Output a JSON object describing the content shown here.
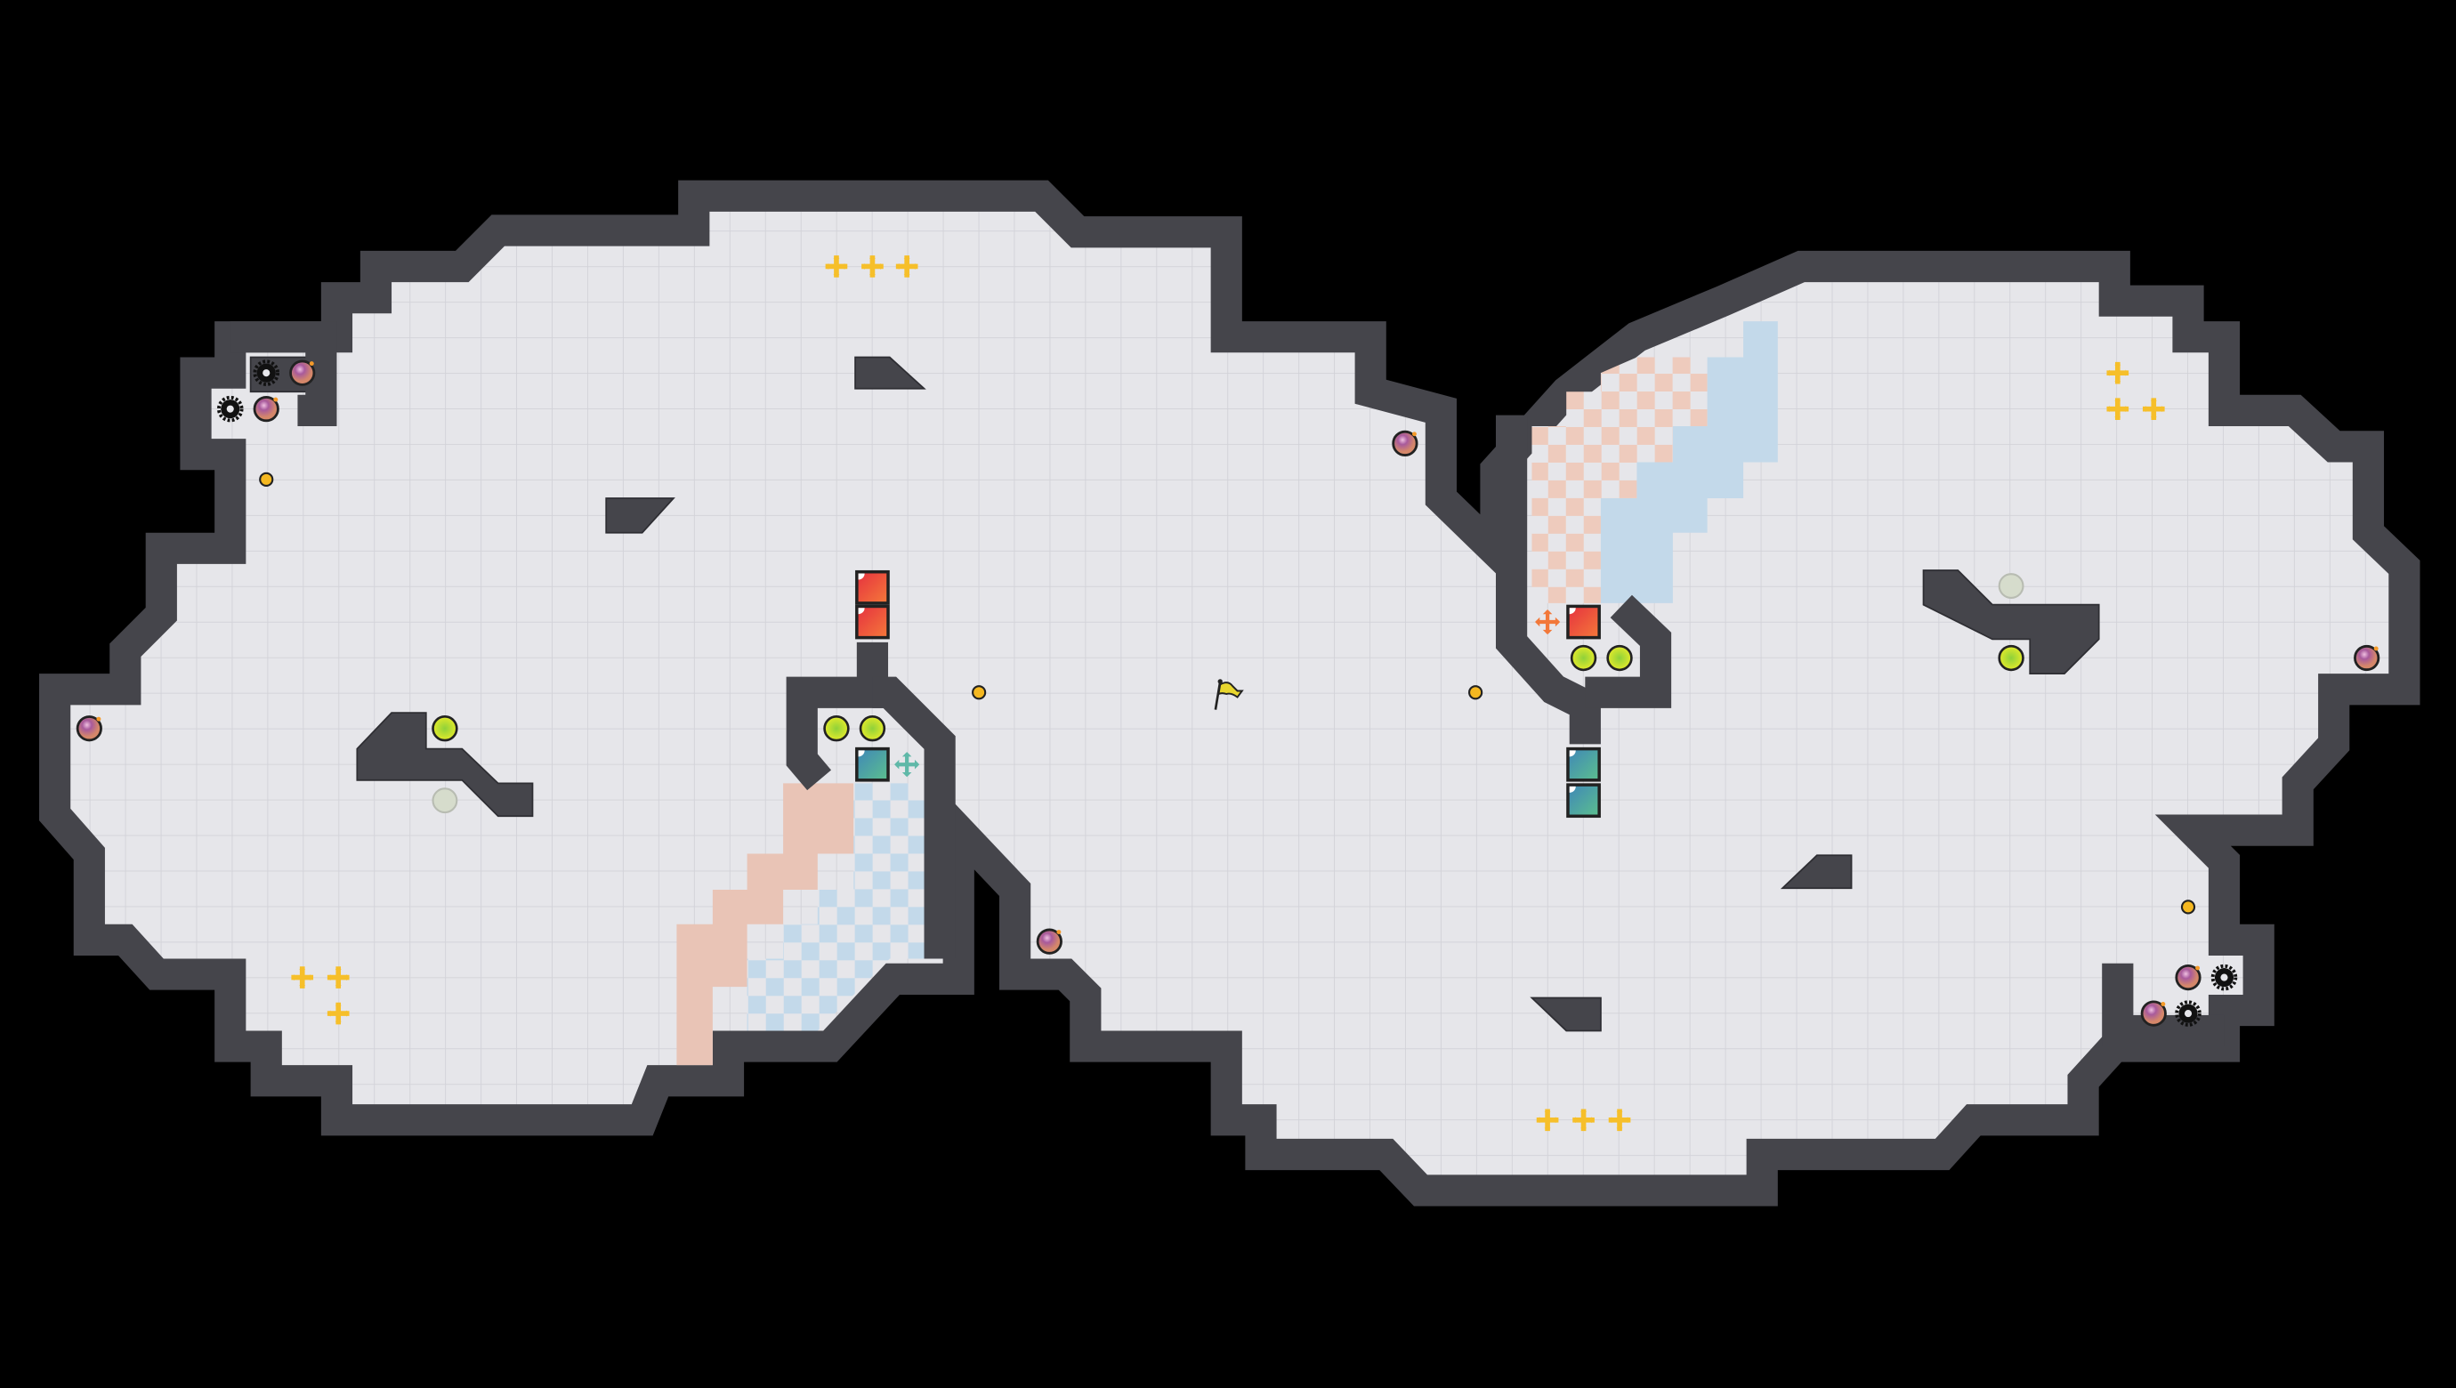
{
  "game": {
    "view": "level-overview-map",
    "colors": {
      "background": "#000000",
      "floor": "#e6e6ea",
      "grid_line": "#d2d2d8",
      "wall": "#45454b",
      "wall_edge": "#2e2e33",
      "salmon_zone": "#e9c4b6",
      "blue_zone": "#c3d9ea",
      "red_block": "#ea4a3a",
      "teal_block": "#4a9bb0",
      "orb": "#e2ea2a",
      "orb_inner": "#8fd13a",
      "bomb": "#9a4d8e",
      "coin": "#f5b820",
      "plus": "#f6bf2a",
      "flag": "#e8d62e"
    },
    "entity_types": [
      "bomb-icon",
      "gear-icon",
      "coin-icon",
      "orb-icon",
      "faded-orb-icon",
      "plus-pickup-icon",
      "red-block",
      "teal-block",
      "move-arrows-icon",
      "goal-flag-icon"
    ]
  }
}
